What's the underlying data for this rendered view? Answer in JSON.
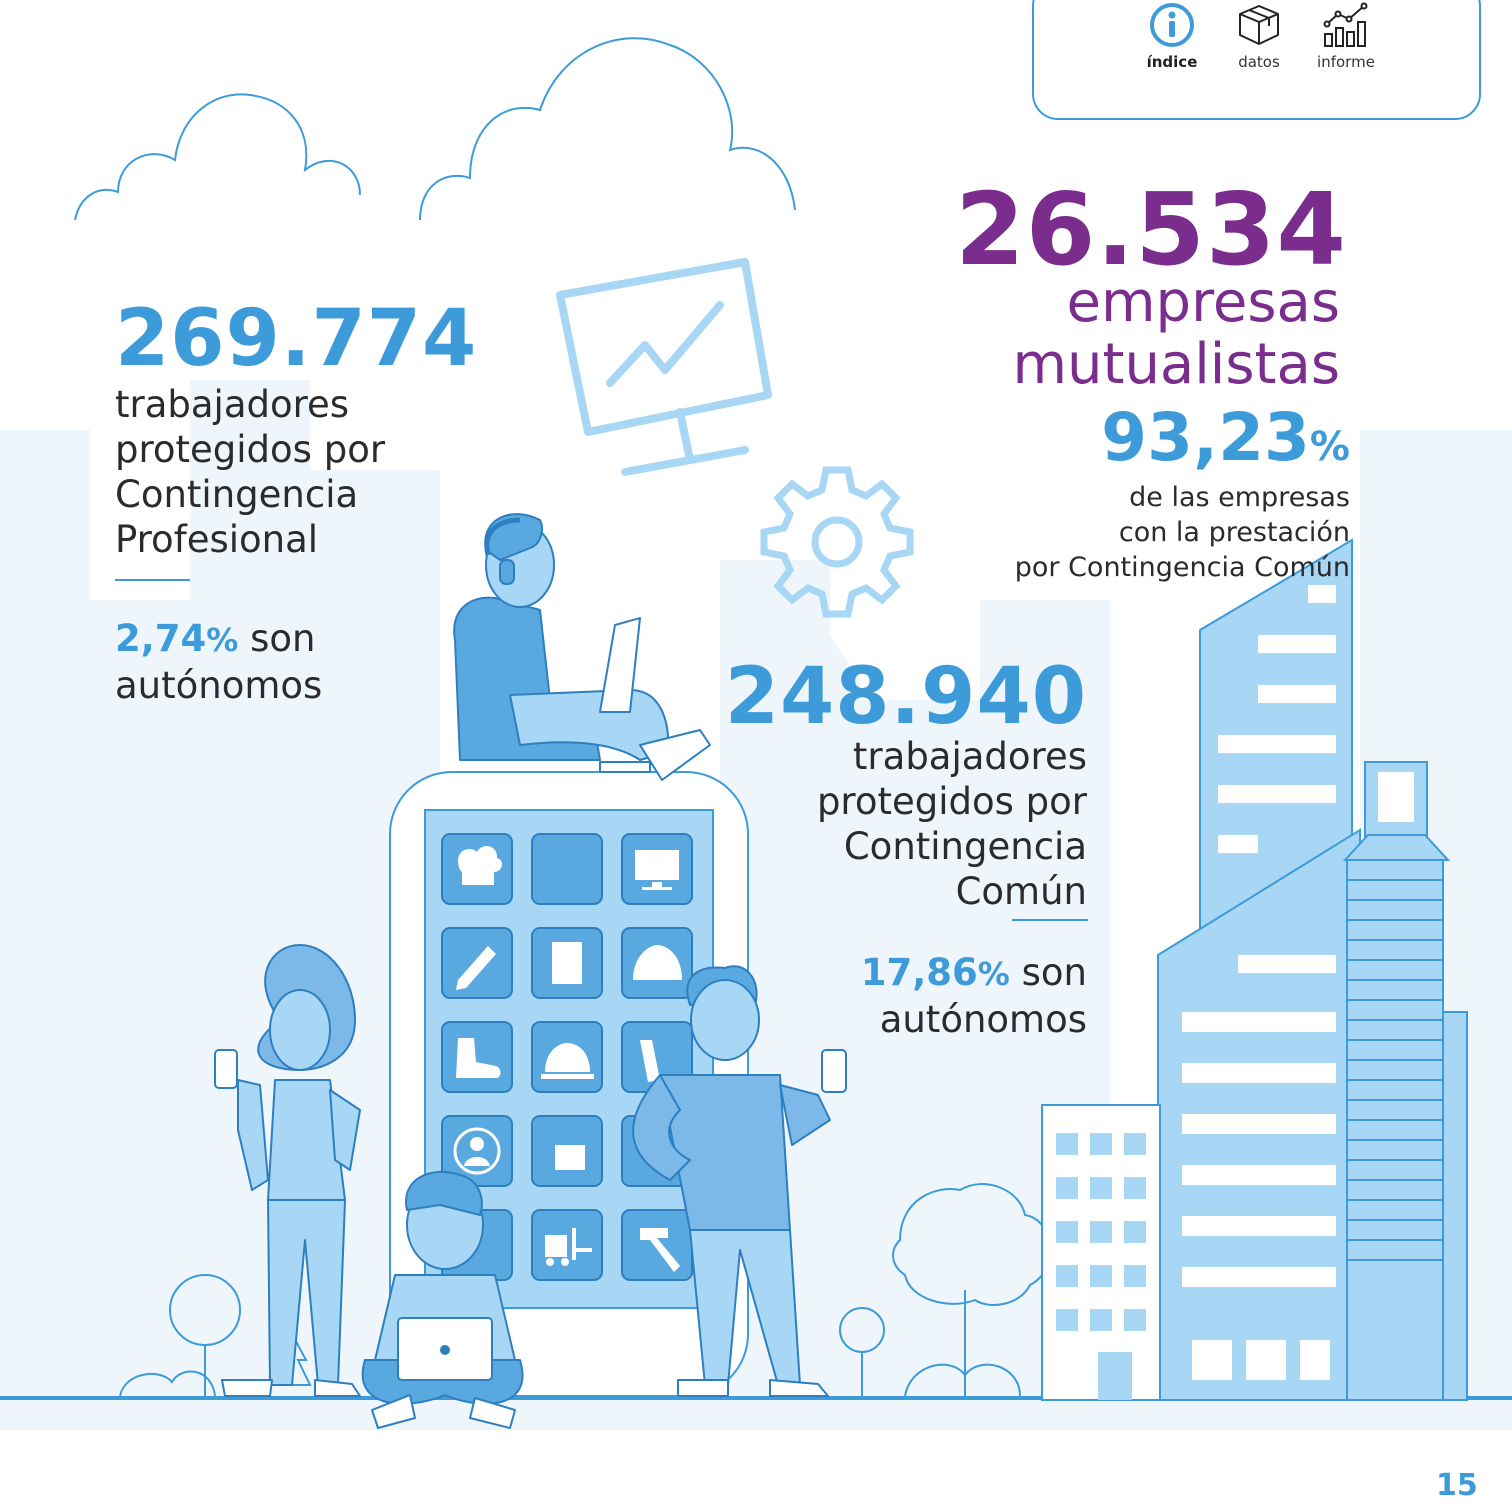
{
  "nav": {
    "items": [
      {
        "label": "índice",
        "icon": "info-icon",
        "active": true
      },
      {
        "label": "datos",
        "icon": "box-icon",
        "active": false
      },
      {
        "label": "informe",
        "icon": "chart-icon",
        "active": false
      }
    ]
  },
  "stats": {
    "profesional": {
      "value": "269.774",
      "desc_lines": [
        "trabajadores",
        "protegidos por",
        "Contingencia",
        "Profesional"
      ],
      "autonomos_pct": "2,74",
      "pct_sign": "%",
      "autonomos_line1": "son",
      "autonomos_line2": "autónomos"
    },
    "empresas": {
      "value": "26.534",
      "label_lines": [
        "empresas",
        "mutualistas"
      ],
      "pct": "93,23",
      "pct_sign": "%",
      "desc_lines": [
        "de las empresas",
        "con la prestación",
        "por Contingencia Común"
      ]
    },
    "comun": {
      "value": "248.940",
      "desc_lines": [
        "trabajadores",
        "protegidos por",
        "Contingencia",
        "Común"
      ],
      "autonomos_pct": "17,86",
      "pct_sign": "%",
      "autonomos_line1": "son",
      "autonomos_line2": "autónomos"
    }
  },
  "page_number": "15",
  "colors": {
    "accent_blue": "#3c9bd8",
    "purple": "#7b2d8e",
    "light_blue": "#a8d6f5",
    "mid_blue": "#7db9e8",
    "pale_bg": "#eef6fc",
    "text": "#2b2b2b"
  }
}
